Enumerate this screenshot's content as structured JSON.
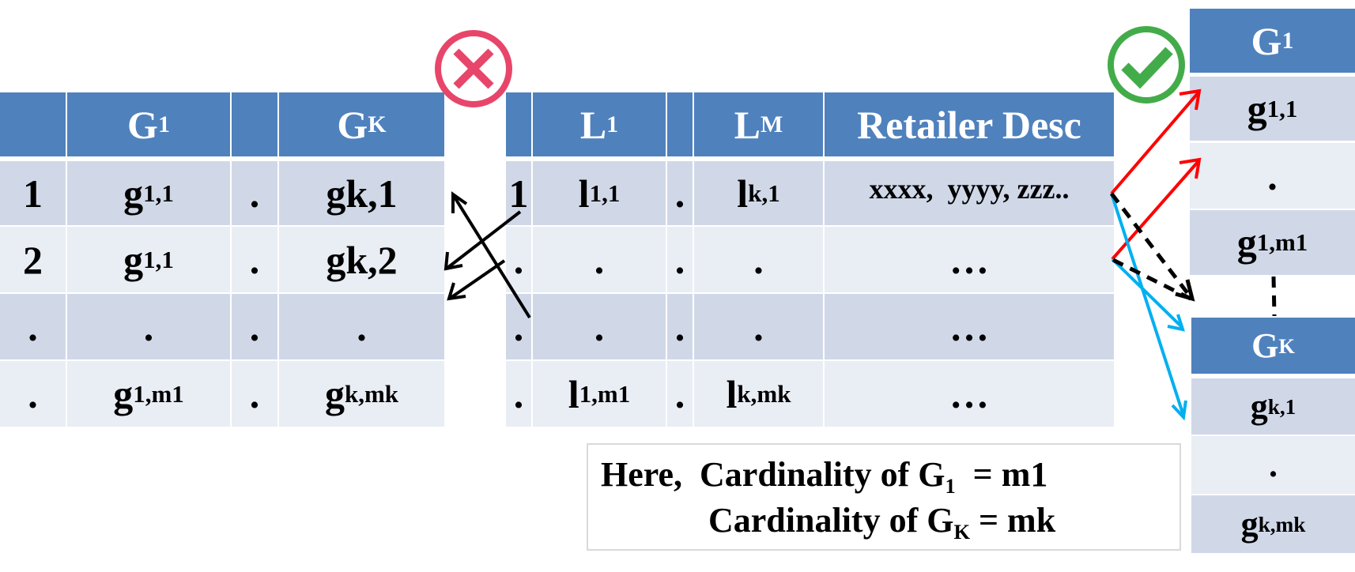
{
  "colors": {
    "header_bg": "#4f81bd",
    "row_dark": "#d0d8e8",
    "row_light": "#e9edf4",
    "wrong_red": "#e8456a",
    "correct_green": "#43ac4a",
    "arrow_red": "#ff0000",
    "arrow_blue": "#00b0f0",
    "arrow_black": "#000000"
  },
  "icons": {
    "wrong": "x-circle-icon",
    "correct": "check-circle-icon"
  },
  "left_table": {
    "headers": [
      {
        "base": "",
        "sub": ""
      },
      {
        "base": "G",
        "sub": "1"
      },
      {
        "base": "",
        "sub": ""
      },
      {
        "base": "G",
        "sub": "K"
      }
    ],
    "rows": [
      [
        {
          "base": "1",
          "sub": ""
        },
        {
          "base": "g",
          "sub": "1,1"
        },
        {
          "base": ".",
          "sub": ""
        },
        {
          "base": "gk,1",
          "sub": ""
        }
      ],
      [
        {
          "base": "2",
          "sub": ""
        },
        {
          "base": "g",
          "sub": "1,1"
        },
        {
          "base": ".",
          "sub": ""
        },
        {
          "base": "gk,2",
          "sub": ""
        }
      ],
      [
        {
          "base": ".",
          "sub": ""
        },
        {
          "base": ".",
          "sub": ""
        },
        {
          "base": ".",
          "sub": ""
        },
        {
          "base": ".",
          "sub": ""
        }
      ],
      [
        {
          "base": ".",
          "sub": ""
        },
        {
          "base": "g",
          "sub": "1,m1"
        },
        {
          "base": ".",
          "sub": ""
        },
        {
          "base": "g",
          "sub": "k,mk"
        }
      ]
    ]
  },
  "middle_table": {
    "headers": [
      {
        "base": "",
        "sub": ""
      },
      {
        "base": "L",
        "sub": "1"
      },
      {
        "base": "",
        "sub": ""
      },
      {
        "base": "L",
        "sub": "M"
      },
      {
        "base": "Retailer Desc",
        "sub": ""
      }
    ],
    "rows": [
      [
        {
          "base": "1",
          "sub": ""
        },
        {
          "base": "l",
          "sub": "1,1"
        },
        {
          "base": ".",
          "sub": ""
        },
        {
          "base": "l",
          "sub": "k,1"
        },
        {
          "base": "xxxx,  yyyy, zzz..",
          "sub": ""
        }
      ],
      [
        {
          "base": ".",
          "sub": ""
        },
        {
          "base": ".",
          "sub": ""
        },
        {
          "base": ".",
          "sub": ""
        },
        {
          "base": ".",
          "sub": ""
        },
        {
          "base": "…",
          "sub": ""
        }
      ],
      [
        {
          "base": ".",
          "sub": ""
        },
        {
          "base": ".",
          "sub": ""
        },
        {
          "base": ".",
          "sub": ""
        },
        {
          "base": ".",
          "sub": ""
        },
        {
          "base": "…",
          "sub": ""
        }
      ],
      [
        {
          "base": ".",
          "sub": ""
        },
        {
          "base": "l",
          "sub": "1,m1"
        },
        {
          "base": ".",
          "sub": ""
        },
        {
          "base": "l",
          "sub": "k,mk"
        },
        {
          "base": "…",
          "sub": ""
        }
      ]
    ]
  },
  "right_g1_table": {
    "header": {
      "base": "G",
      "sub": "1"
    },
    "rows": [
      {
        "base": "g",
        "sub": "1,1"
      },
      {
        "base": ".",
        "sub": ""
      },
      {
        "base": "g",
        "sub": "1,m1"
      }
    ]
  },
  "right_gk_table": {
    "header": {
      "base": "G",
      "sub": "K"
    },
    "rows": [
      {
        "base": "g",
        "sub": "k,1"
      },
      {
        "base": ".",
        "sub": ""
      },
      {
        "base": "g",
        "sub": "k,mk"
      }
    ]
  },
  "note": {
    "line1": {
      "prefix": "Here,  Cardinality of G",
      "sub": "1",
      "suffix": "  = m1"
    },
    "line2": {
      "prefix": "Cardinality of G",
      "sub": "K",
      "suffix": " = mk"
    }
  }
}
